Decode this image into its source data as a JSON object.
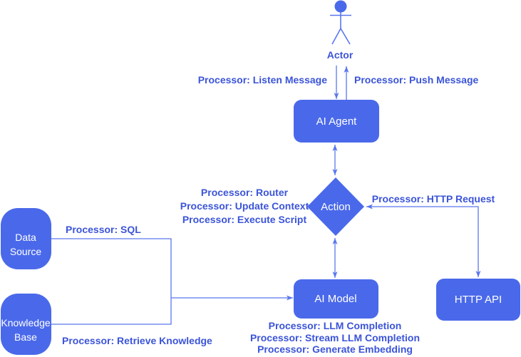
{
  "colors": {
    "node_fill": "#4a69ea",
    "edge_stroke": "#5a76ee",
    "label_text": "#3b54d8",
    "node_text": "#ffffff"
  },
  "nodes": {
    "actor": {
      "label": "Actor"
    },
    "ai_agent": {
      "label": "AI Agent"
    },
    "action": {
      "label": "Action"
    },
    "ai_model": {
      "label": "AI Model"
    },
    "http_api": {
      "label": "HTTP API"
    },
    "data_source": {
      "line1": "Data",
      "line2": "Source"
    },
    "knowledge_base": {
      "line1": "Knowledge",
      "line2": "Base"
    }
  },
  "edges": {
    "listen_message": "Processor: Listen Message",
    "push_message": "Processor: Push Message",
    "router": "Processor: Router",
    "update_context": "Processor: Update Context",
    "execute_script": "Processor: Execute Script",
    "http_request": "Processor: HTTP Request",
    "sql": "Processor: SQL",
    "retrieve_knowledge": "Processor: Retrieve Knowledge",
    "llm_completion": "Processor: LLM Completion",
    "stream_llm_completion": "Processor: Stream LLM Completion",
    "generate_embedding": "Processor: Generate Embedding"
  }
}
